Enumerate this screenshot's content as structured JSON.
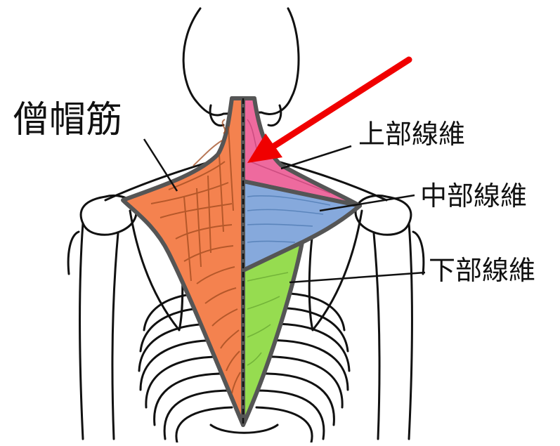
{
  "labels": {
    "muscle_name": "僧帽筋",
    "upper_fibers": "上部線維",
    "middle_fibers": "中部線維",
    "lower_fibers": "下部線維"
  },
  "colors": {
    "muscle_left": "#F4824F",
    "upper": "#EE6A9E",
    "middle": "#86A9DC",
    "lower": "#96DC50",
    "arrow": "#F00000",
    "outline": "#111111",
    "muscle_border": "#555555"
  }
}
